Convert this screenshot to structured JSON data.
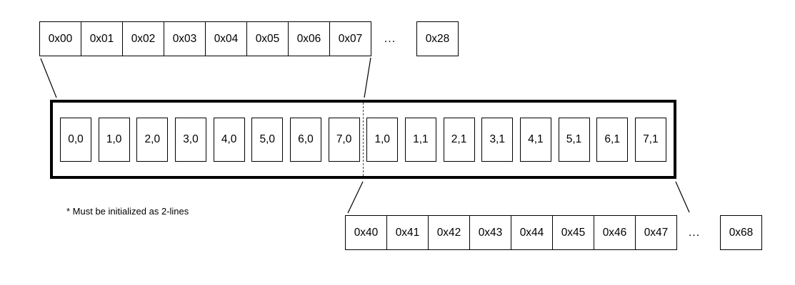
{
  "diagram": {
    "row1": {
      "cells": [
        "0x00",
        "0x01",
        "0x02",
        "0x03",
        "0x04",
        "0x05",
        "0x06",
        "0x07"
      ],
      "ellipsis": "...",
      "tail_cell": "0x28"
    },
    "lcd": {
      "cells": [
        "0,0",
        "1,0",
        "2,0",
        "3,0",
        "4,0",
        "5,0",
        "6,0",
        "7,0",
        "1,0",
        "1,1",
        "2,1",
        "3,1",
        "4,1",
        "5,1",
        "6,1",
        "7,1"
      ]
    },
    "row2": {
      "cells": [
        "0x40",
        "0x41",
        "0x42",
        "0x43",
        "0x44",
        "0x45",
        "0x46",
        "0x47"
      ],
      "ellipsis": "...",
      "tail_cell": "0x68"
    },
    "footnote": "* Must be initialized as 2-lines",
    "colors": {
      "line": "#000000",
      "background": "#ffffff"
    }
  }
}
